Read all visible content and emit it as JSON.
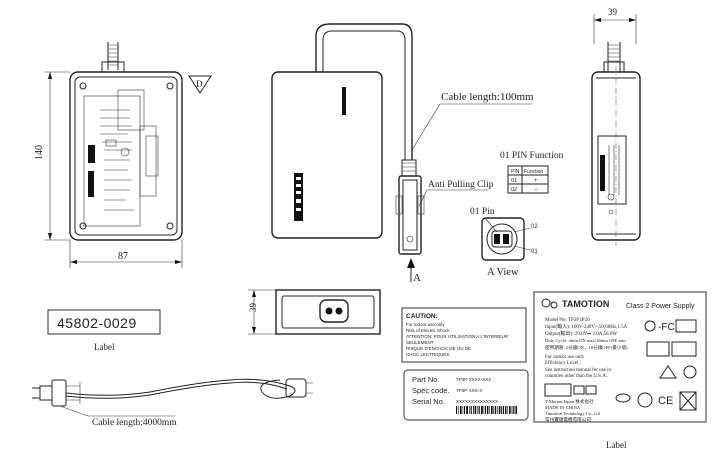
{
  "dimensions": {
    "top_width": "39",
    "height": "140",
    "width": "87",
    "side_width": "39"
  },
  "callouts": {
    "cable_length_top": "Cable length:100mm",
    "anti_pulling_clip": "Anti Pulling Clip",
    "pin_01": "01 Pin",
    "view_marker": "A",
    "view_marker_2": "A",
    "a_view": "A View",
    "ref_d": "D",
    "cable_length_bottom": "Cable length:4000mm",
    "pin_num_02": "02",
    "pin_num_01": "01"
  },
  "pin_function": {
    "title": "01 PIN Function",
    "headers": [
      "PIN",
      "Function"
    ],
    "rows": [
      [
        "01",
        "+"
      ],
      [
        "02",
        "−"
      ]
    ]
  },
  "part_label": {
    "number": "45802-0029",
    "caption": "Label"
  },
  "caution_label": {
    "heading": "CAUTION:",
    "lines": [
      "For indoor use only",
      "Risk of Electric Shock",
      "ATTENTION: POUR UTILISATION A L'INTERIEUR",
      "SEULEMENT",
      "RISQUE D'ENCHOC DE OU DE",
      "CHOC LECTRIQUES"
    ]
  },
  "codes_label": {
    "rows": [
      {
        "key": "Part No.",
        "value": "TP3P-XXXX-XXX"
      },
      {
        "key": "Spec code.",
        "value": "TP3P-XXX-X"
      },
      {
        "key": "Serial No.",
        "value": "XXXXXXXXXXXXXX"
      }
    ]
  },
  "brand_label": {
    "brand": "TAMOTION",
    "class_text": "Class 2 Power Supply",
    "spec_lines": [
      "Model No: TP3P          IP20",
      "Input(輸入): 100V-240V~,50/60Hz,1.5A",
      "Output(輸出): 29.0V⎓ 2.0A,58.0W",
      "Duty Cycle: 2min.ON  max/18min OFF min",
      "使用期限: 2分鐘ON，18分鐘OFF(最小值)"
    ],
    "notes": [
      "For indoor use only",
      "Efficiency Level :",
      "See instruction manual for use in",
      "countries other than the U.S.A."
    ],
    "maker_lines": [
      "T-Motion Japan 株式会社",
      "MADE IN CHINA",
      "Timotion Technology Co.,Ltd",
      "常州實順電機有限公司"
    ],
    "caption": "Label"
  }
}
